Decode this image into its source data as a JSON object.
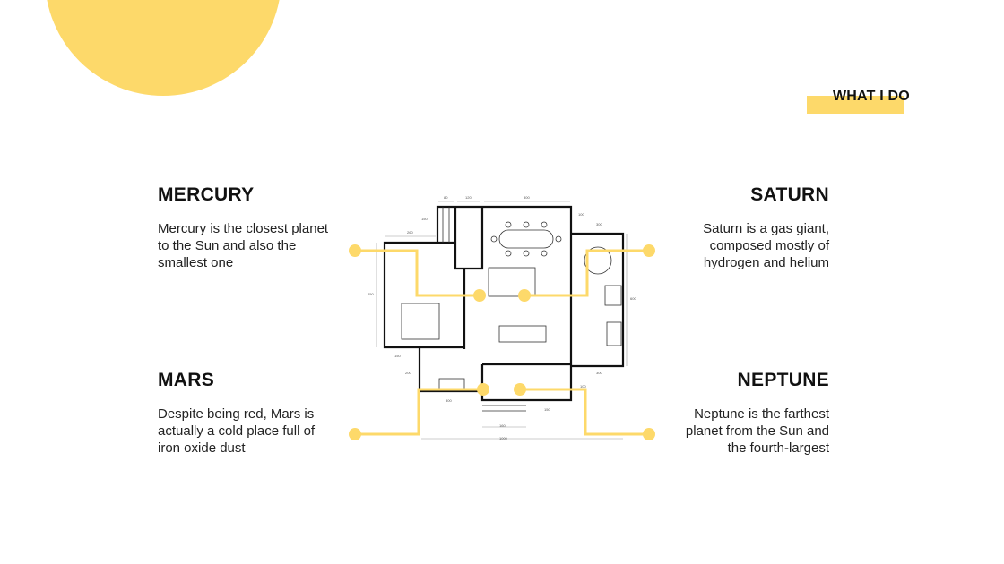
{
  "section_title": "WHAT I DO",
  "accent_color": "#FDD96A",
  "items": [
    {
      "title": "MERCURY",
      "text": "Mercury is the closest planet to the Sun and also the smallest one"
    },
    {
      "title": "SATURN",
      "text": "Saturn is a gas giant, composed mostly of hydrogen and helium"
    },
    {
      "title": "MARS",
      "text": "Despite being red, Mars is actually a cold place full of iron oxide dust"
    },
    {
      "title": "NEPTUNE",
      "text": "Neptune is the farthest planet from the Sun and the fourth-largest"
    }
  ],
  "floorplan_dimensions": [
    "80",
    "120",
    "300",
    "150",
    "100",
    "260",
    "300",
    "450",
    "600",
    "150",
    "200",
    "300",
    "300",
    "100",
    "150",
    "160",
    "1000"
  ]
}
